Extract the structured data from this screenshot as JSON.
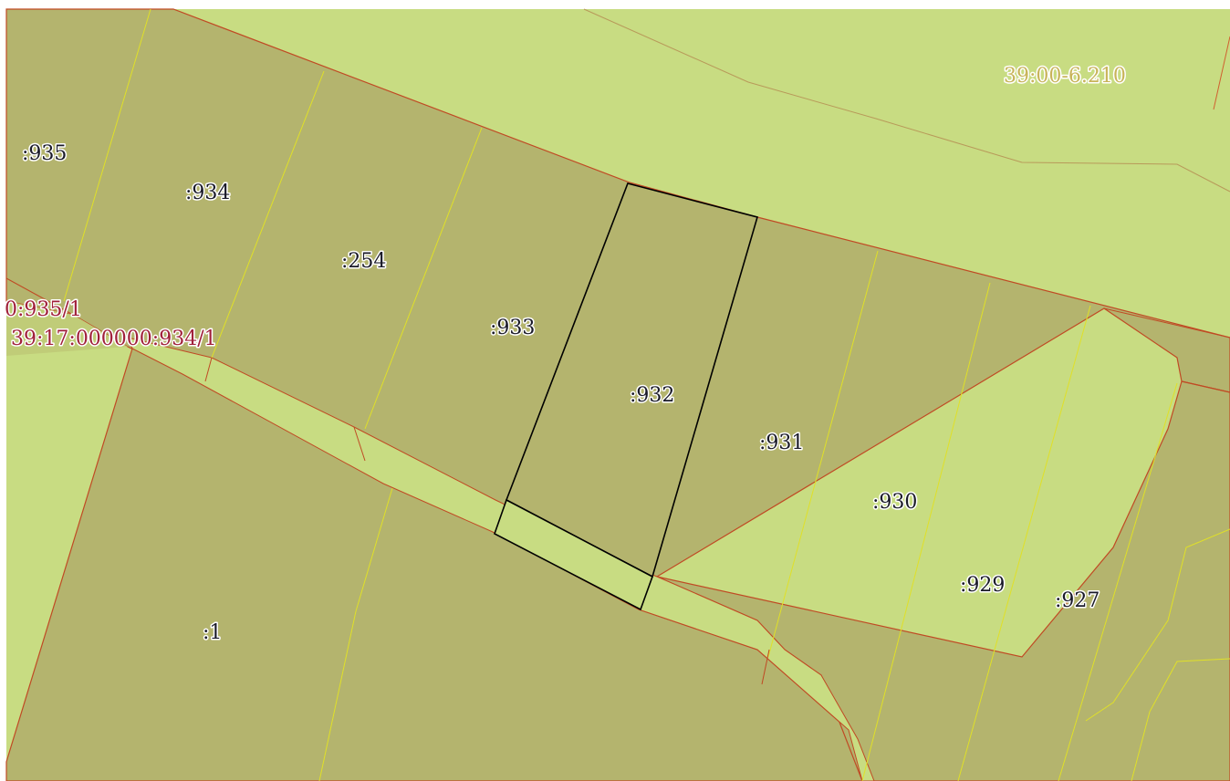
{
  "map": {
    "quarter_label": "39:00-6.210",
    "part_labels": {
      "part_935": "0:935/1",
      "part_934": "39:17:000000:934/1"
    },
    "plot_labels": {
      "p935": ":935",
      "p934": ":934",
      "p254": ":254",
      "p933": ":933",
      "p932": ":932",
      "p931": ":931",
      "p930": ":930",
      "p929": ":929",
      "p927": ":927",
      "p1": ":1"
    },
    "colors": {
      "background": "#c8dc82",
      "parcel_fill": "#b4b46e",
      "parcel_border": "#c04a24",
      "inner_line": "#e0e028",
      "selected_border": "#000000",
      "quarter_label": "#c8b45a",
      "part_label": "#a0203a",
      "plot_label": "#1a1a28"
    },
    "selected_plot": ":932"
  }
}
